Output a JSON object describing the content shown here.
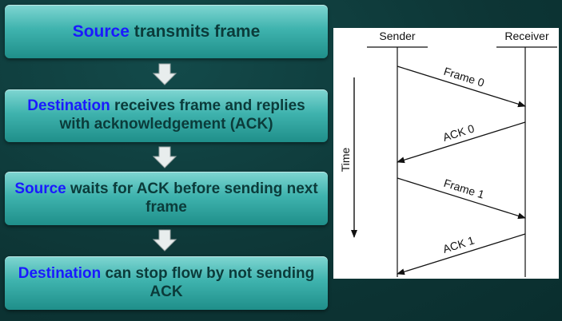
{
  "steps": [
    {
      "highlight": "Source",
      "text": " transmits frame"
    },
    {
      "highlight": "Destination",
      "text": " receives frame and replies with acknowledgement (ACK)"
    },
    {
      "highlight": "Source",
      "text": " waits for ACK before sending next frame"
    },
    {
      "highlight": "Destination",
      "text": " can stop flow by not sending ACK"
    }
  ],
  "diagram": {
    "sender_label": "Sender",
    "receiver_label": "Receiver",
    "time_label": "Time",
    "messages": [
      {
        "label": "Frame 0",
        "direction": "to-receiver"
      },
      {
        "label": "ACK 0",
        "direction": "to-sender"
      },
      {
        "label": "Frame 1",
        "direction": "to-receiver"
      },
      {
        "label": "ACK 1",
        "direction": "to-sender"
      }
    ]
  },
  "colors": {
    "highlight": "#1a1aff",
    "step_text": "#0b3b3a",
    "background": "#0e3a3a"
  }
}
